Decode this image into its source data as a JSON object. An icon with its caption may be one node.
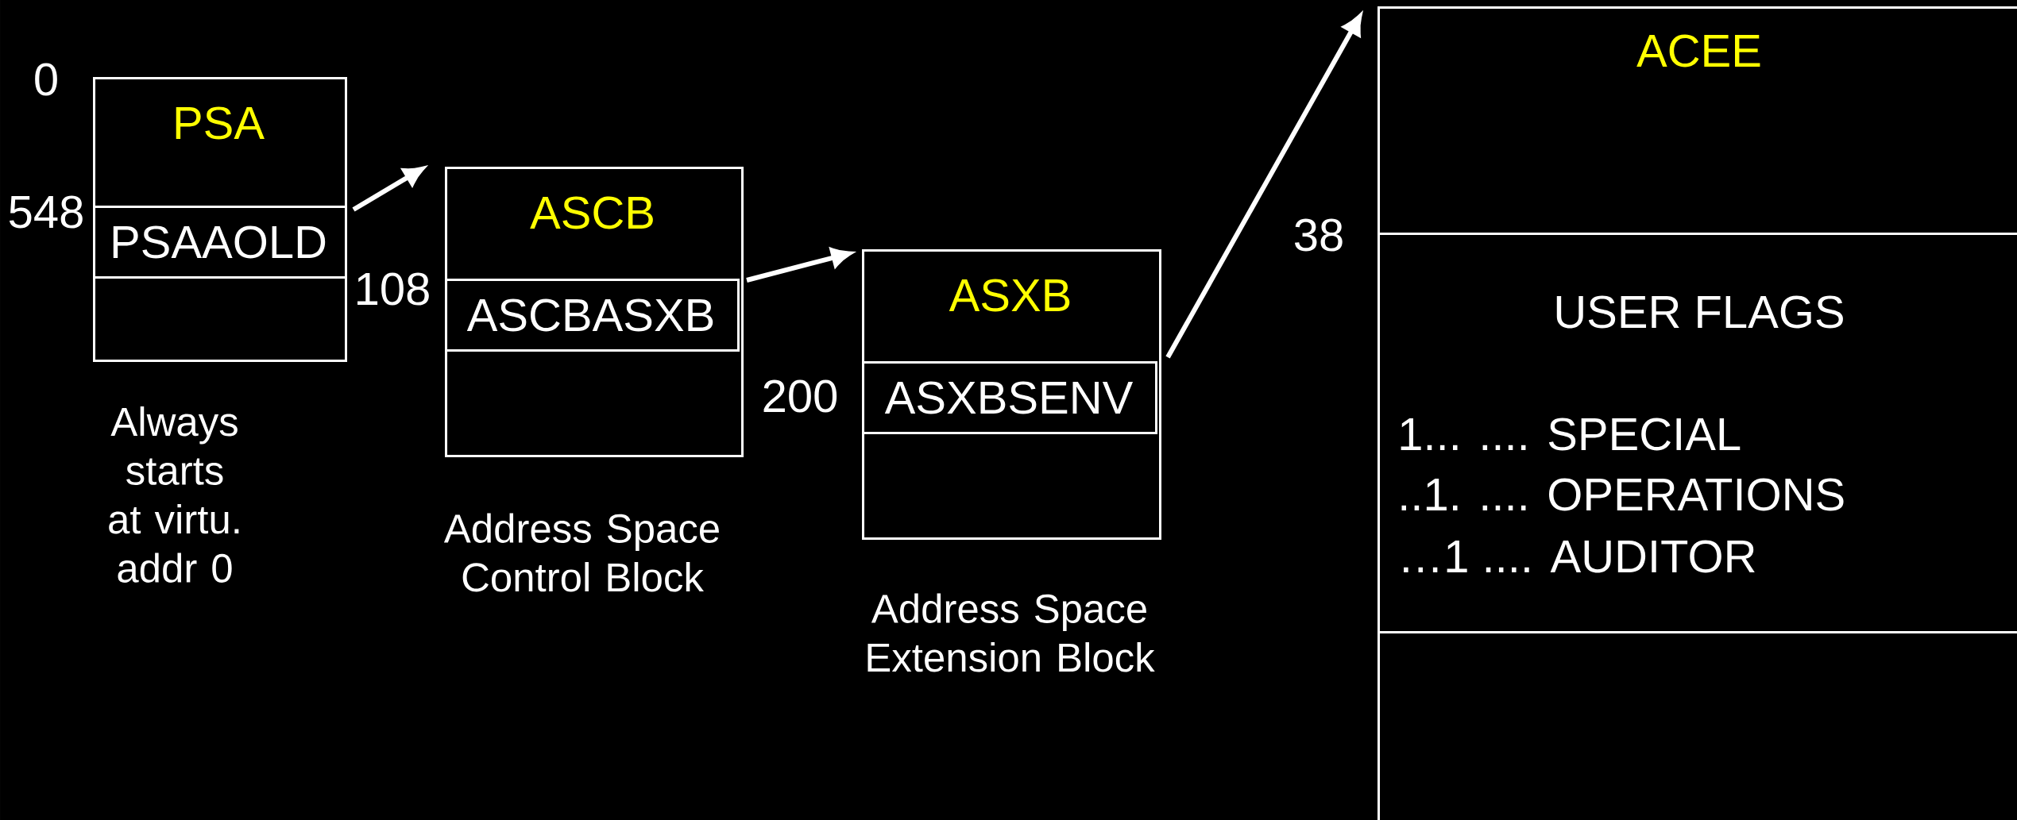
{
  "diagram": {
    "nodes": [
      {
        "text": [
          "PSA"
        ],
        "beside": [
          "Always starts at virtu. addr 0"
        ]
      },
      {
        "text": [
          "PSAAOLD"
        ],
        "in": 0
      },
      {
        "text": [
          "ASCB"
        ],
        "beside": [
          "Address Space Control Block"
        ]
      },
      {
        "text": [
          "ASCBASXB"
        ],
        "in": 2
      },
      {
        "text": [
          "ASXB"
        ],
        "beside": [
          "Address Space Extension Block"
        ]
      },
      {
        "text": [
          "ASXBSENV"
        ],
        "in": 4
      },
      {
        "text": [
          "ACEE"
        ]
      },
      {
        "text": [
          "USER FLAGS",
          "1... .... SPECIAL",
          "..1. .... OPERATIONS",
          "…1 .... AUDITOR"
        ],
        "in": 6
      }
    ],
    "edges": [
      {
        "from": 1,
        "to": 2,
        "arrow": "to"
      },
      {
        "from": 3,
        "to": 4,
        "arrow": "to"
      },
      {
        "from": 5,
        "to": 6,
        "arrow": "to"
      }
    ],
    "labels": [
      "0",
      "548",
      "108",
      "200",
      "38"
    ]
  }
}
